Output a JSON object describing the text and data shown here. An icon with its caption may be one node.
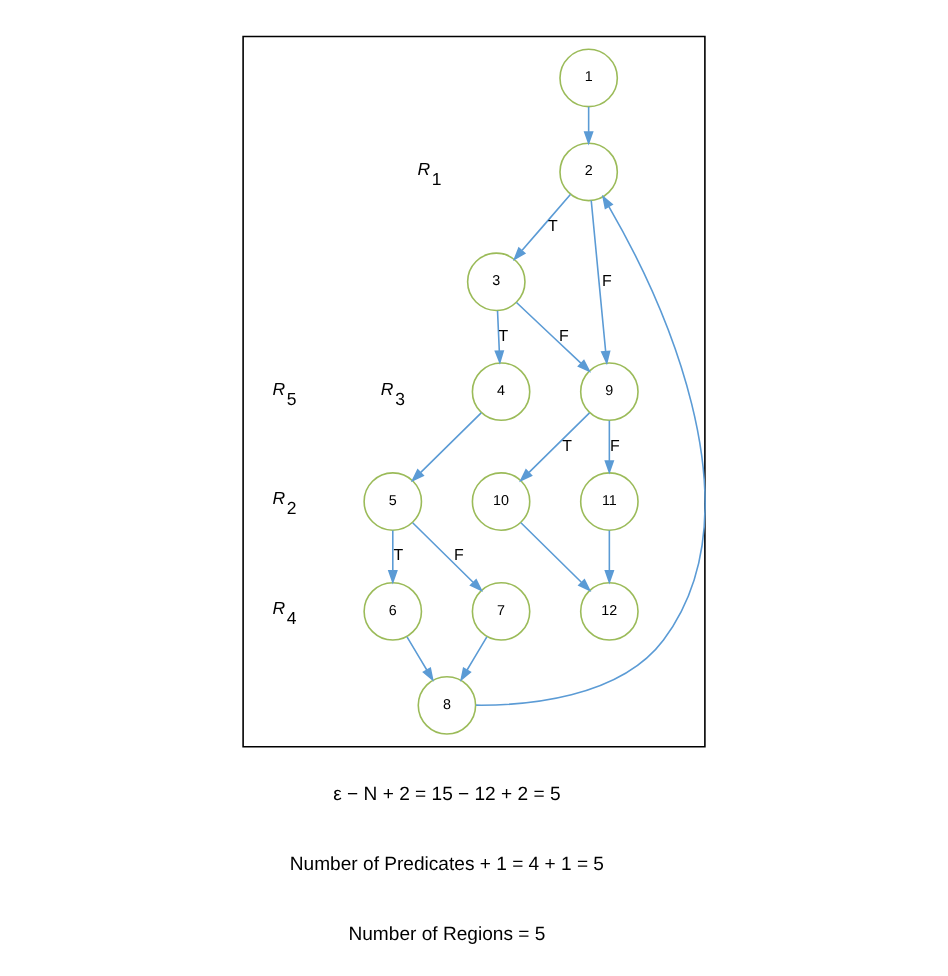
{
  "diagram": {
    "nodes": [
      {
        "text": [],
        "shape": "box"
      },
      {
        "text": [
          "1"
        ],
        "in": 0
      },
      {
        "text": [
          "2"
        ],
        "in": 0
      },
      {
        "text": [
          "3"
        ],
        "in": 0
      },
      {
        "text": [
          "4"
        ],
        "in": 0
      },
      {
        "text": [
          "5"
        ],
        "in": 0
      },
      {
        "text": [
          "6"
        ],
        "in": 0
      },
      {
        "text": [
          "7"
        ],
        "in": 0
      },
      {
        "text": [
          "8"
        ],
        "in": 0
      },
      {
        "text": [
          "9"
        ],
        "in": 0
      },
      {
        "text": [
          "10"
        ],
        "in": 0
      },
      {
        "text": [
          "11"
        ],
        "in": 0
      },
      {
        "text": [
          "12"
        ],
        "in": 0
      }
    ],
    "edges": [
      {
        "from": 1,
        "to": 2,
        "arrow": "to"
      },
      {
        "from": 2,
        "to": 9,
        "arrow": "to",
        "label": "F"
      },
      {
        "from": 2,
        "to": 3,
        "arrow": "to",
        "label": "T"
      },
      {
        "from": 3,
        "to": 9,
        "arrow": "to",
        "label": "F"
      },
      {
        "from": 9,
        "to": 10,
        "arrow": "to",
        "label": "T"
      },
      {
        "from": 9,
        "to": 11,
        "arrow": "to",
        "label": "F"
      },
      {
        "from": 10,
        "to": 12,
        "arrow": "to"
      },
      {
        "from": 11,
        "to": 12,
        "arrow": "to"
      },
      {
        "from": 3,
        "to": 4,
        "arrow": "to",
        "label": "T"
      },
      {
        "from": 4,
        "to": 5,
        "arrow": "to"
      },
      {
        "from": 5,
        "to": 6,
        "arrow": "to",
        "label": "T"
      },
      {
        "from": 5,
        "to": 7,
        "arrow": "to",
        "label": "F"
      },
      {
        "from": 6,
        "to": 8,
        "arrow": "to"
      },
      {
        "from": 7,
        "to": 8,
        "arrow": "to"
      },
      {
        "from": 8,
        "to": 2,
        "arrow": "to"
      }
    ],
    "labels": [
      "R$_{1}$",
      "R$_{3}$",
      "R$_{2}$",
      "R$_{5}$",
      "R$_{4}$",
      "ε − N + 2 = 15 − 12 + 2 = 5",
      "Number of Predicates + 1 = 4 + 1 = 5",
      "Number of Regions = 5"
    ]
  }
}
